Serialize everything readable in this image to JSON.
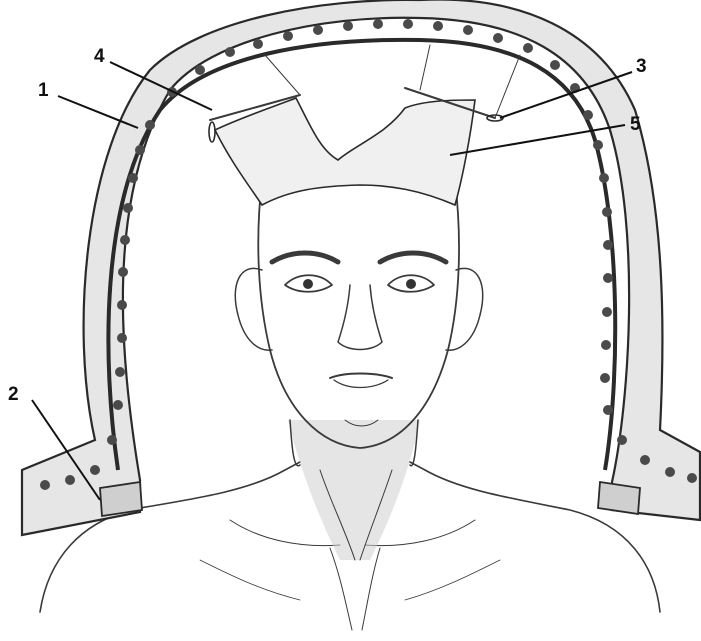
{
  "callouts": [
    {
      "label": "1"
    },
    {
      "label": "2"
    },
    {
      "label": "3"
    },
    {
      "label": "4"
    },
    {
      "label": "5"
    }
  ],
  "colors": {
    "frame_fill": "#e6e6e6",
    "frame_stroke": "#2a2a2a",
    "hole_fill": "#4a4a4a",
    "pencil": "#3a3a3a",
    "label": "#111111"
  }
}
